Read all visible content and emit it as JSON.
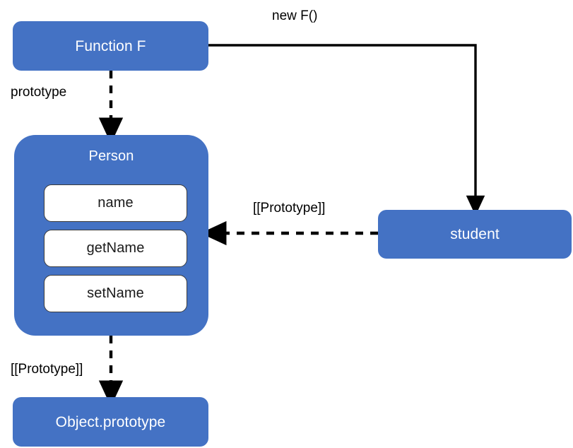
{
  "diagram": {
    "title": "JavaScript prototype chain diagram",
    "background_color": "#ffffff",
    "node_fill_color": "#4472C4",
    "node_text_color": "#ffffff",
    "edge_color": "#000000",
    "prop_box_fill": "#ffffff",
    "prop_box_text_color": "#1a1a1a"
  },
  "nodes": {
    "function_f": {
      "label": "Function F"
    },
    "person": {
      "label": "Person",
      "properties": [
        {
          "label": "name"
        },
        {
          "label": "getName"
        },
        {
          "label": "setName"
        }
      ]
    },
    "student": {
      "label": "student"
    },
    "object_prototype": {
      "label": "Object.prototype"
    }
  },
  "edges": [
    {
      "id": "new-f",
      "label": "new F()",
      "from": "function_f",
      "to": "student",
      "style": "solid",
      "arrow": "end"
    },
    {
      "id": "prototype",
      "label": "prototype",
      "from": "function_f",
      "to": "person",
      "style": "dashed",
      "arrow": "end"
    },
    {
      "id": "student-proto",
      "label": "[[Prototype]]",
      "from": "student",
      "to": "person",
      "style": "dashed",
      "arrow": "end"
    },
    {
      "id": "person-proto",
      "label": "[[Prototype]]",
      "from": "person",
      "to": "object_prototype",
      "style": "dashed",
      "arrow": "end"
    }
  ]
}
